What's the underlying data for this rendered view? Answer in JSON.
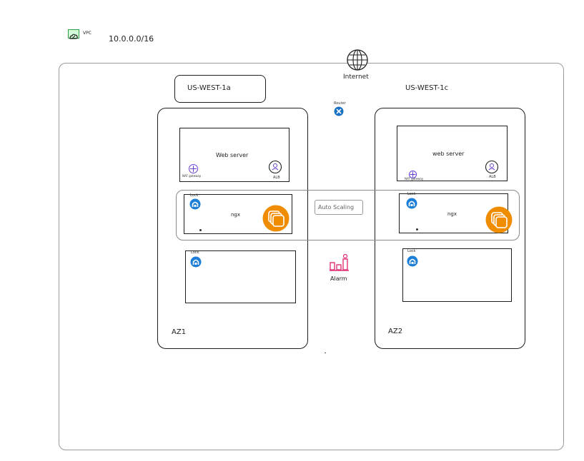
{
  "vpc": {
    "icon": "vpc-cloud-icon",
    "label": "VPC",
    "cidr": "10.0.0.0/16",
    "icon_color": "#2f9e44"
  },
  "internet": {
    "label": "Internet",
    "icon": "globe-icon"
  },
  "router": {
    "label": "Router",
    "icon": "router-icon",
    "color": "#1971c2"
  },
  "zones": {
    "left": {
      "name": "US-WEST-1a",
      "az": "AZ1"
    },
    "right": {
      "name": "US-WEST-1c",
      "az": "AZ2"
    }
  },
  "left_web": {
    "title": "Web server",
    "nat_label": "NAT gateway",
    "alb_label": "ALB"
  },
  "right_web": {
    "title": "web server",
    "nat_label": "NAT gateway",
    "alb_label": "ALB"
  },
  "left_ngx": {
    "lock_label": "Lock",
    "name": "ngx"
  },
  "right_ngx": {
    "lock_label": "Lock",
    "name": "ngx"
  },
  "left_db": {
    "lock_label": "Lock"
  },
  "right_db": {
    "lock_label": "Lock"
  },
  "auto_scaling": {
    "label": "Auto Scaling"
  },
  "alarm": {
    "label": "Alarm",
    "icon": "alarm-chart-icon",
    "color": "#e03177"
  },
  "colors": {
    "instance_orange": "#f08c00",
    "lock_blue": "#1c7ed6",
    "alb_purple": "#6741d9"
  }
}
